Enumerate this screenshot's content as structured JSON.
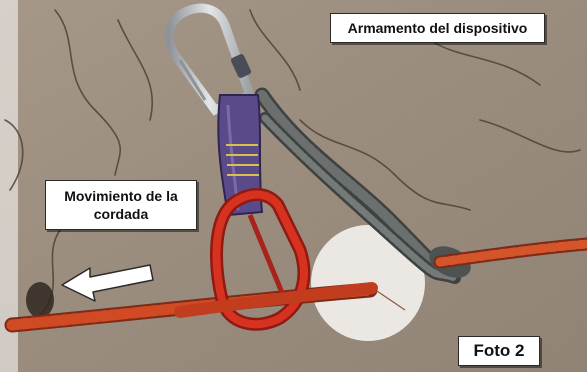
{
  "labels": {
    "armamento": "Armamento del dispositivo",
    "movimiento_line1": "Movimiento de la",
    "movimiento_line2": "cordada",
    "foto": "Foto 2"
  },
  "colors": {
    "rock": "#9a8b7a",
    "rope_red": "#c9371f",
    "rope_gray": "#5e6260",
    "sling_purple": "#5a4a8a",
    "carabiner_red": "#c8261c",
    "carabiner_silver": "#c9cdd0"
  }
}
